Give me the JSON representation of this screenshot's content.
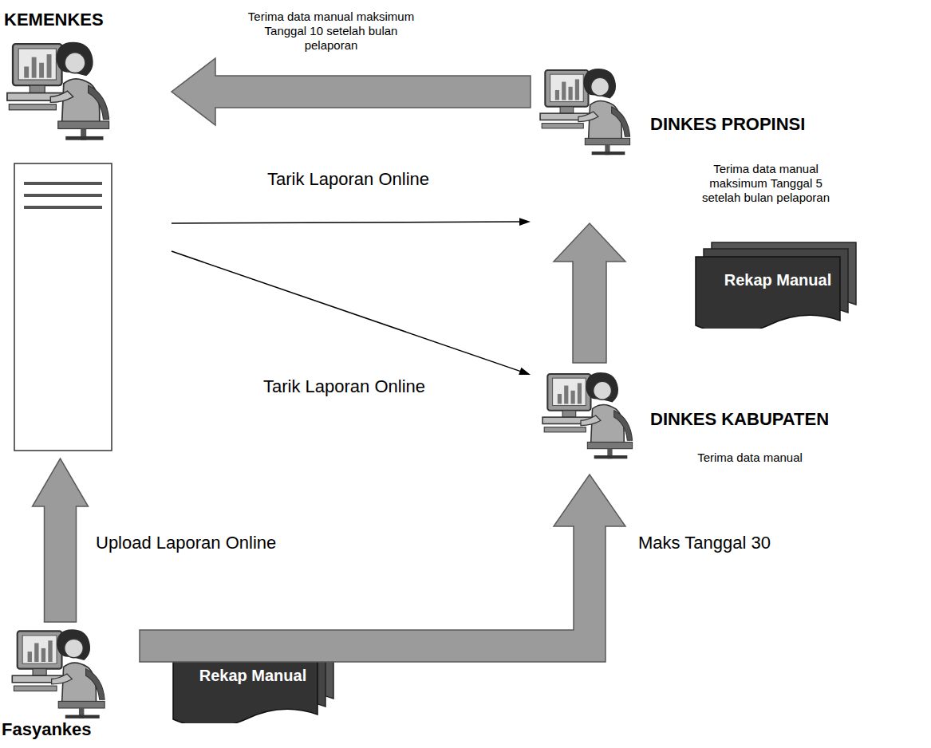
{
  "diagram": {
    "nodes": [
      {
        "text": [
          "KEMENKES"
        ]
      },
      {
        "text": [
          "DINKES PROPINSI",
          "Terima data manual maksimum Tanggal 5 setelah bulan pelaporan"
        ]
      },
      {
        "text": [
          "DINKES KABUPATEN",
          "Terima data manual"
        ]
      },
      {
        "text": [
          "Fasyankes"
        ]
      }
    ],
    "edges": [
      {
        "from": 1,
        "to": 0,
        "arrow": "to",
        "label": "Terima data manual maksimum Tanggal 10 setelah bulan pelaporan"
      },
      {
        "from": 0,
        "to": 1,
        "arrow": "to",
        "label": "Tarik Laporan Online"
      },
      {
        "from": 0,
        "to": 2,
        "arrow": "to",
        "label": "Tarik Laporan Online"
      },
      {
        "from": 3,
        "to": 0,
        "arrow": "to",
        "label": "Upload Laporan Online"
      },
      {
        "from": 3,
        "to": 2,
        "arrow": "to",
        "label": "Maks Tanggal 30"
      },
      {
        "from": 2,
        "to": 1,
        "arrow": "to"
      }
    ],
    "labels": [
      "Rekap Manual",
      "Rekap Manual"
    ]
  }
}
